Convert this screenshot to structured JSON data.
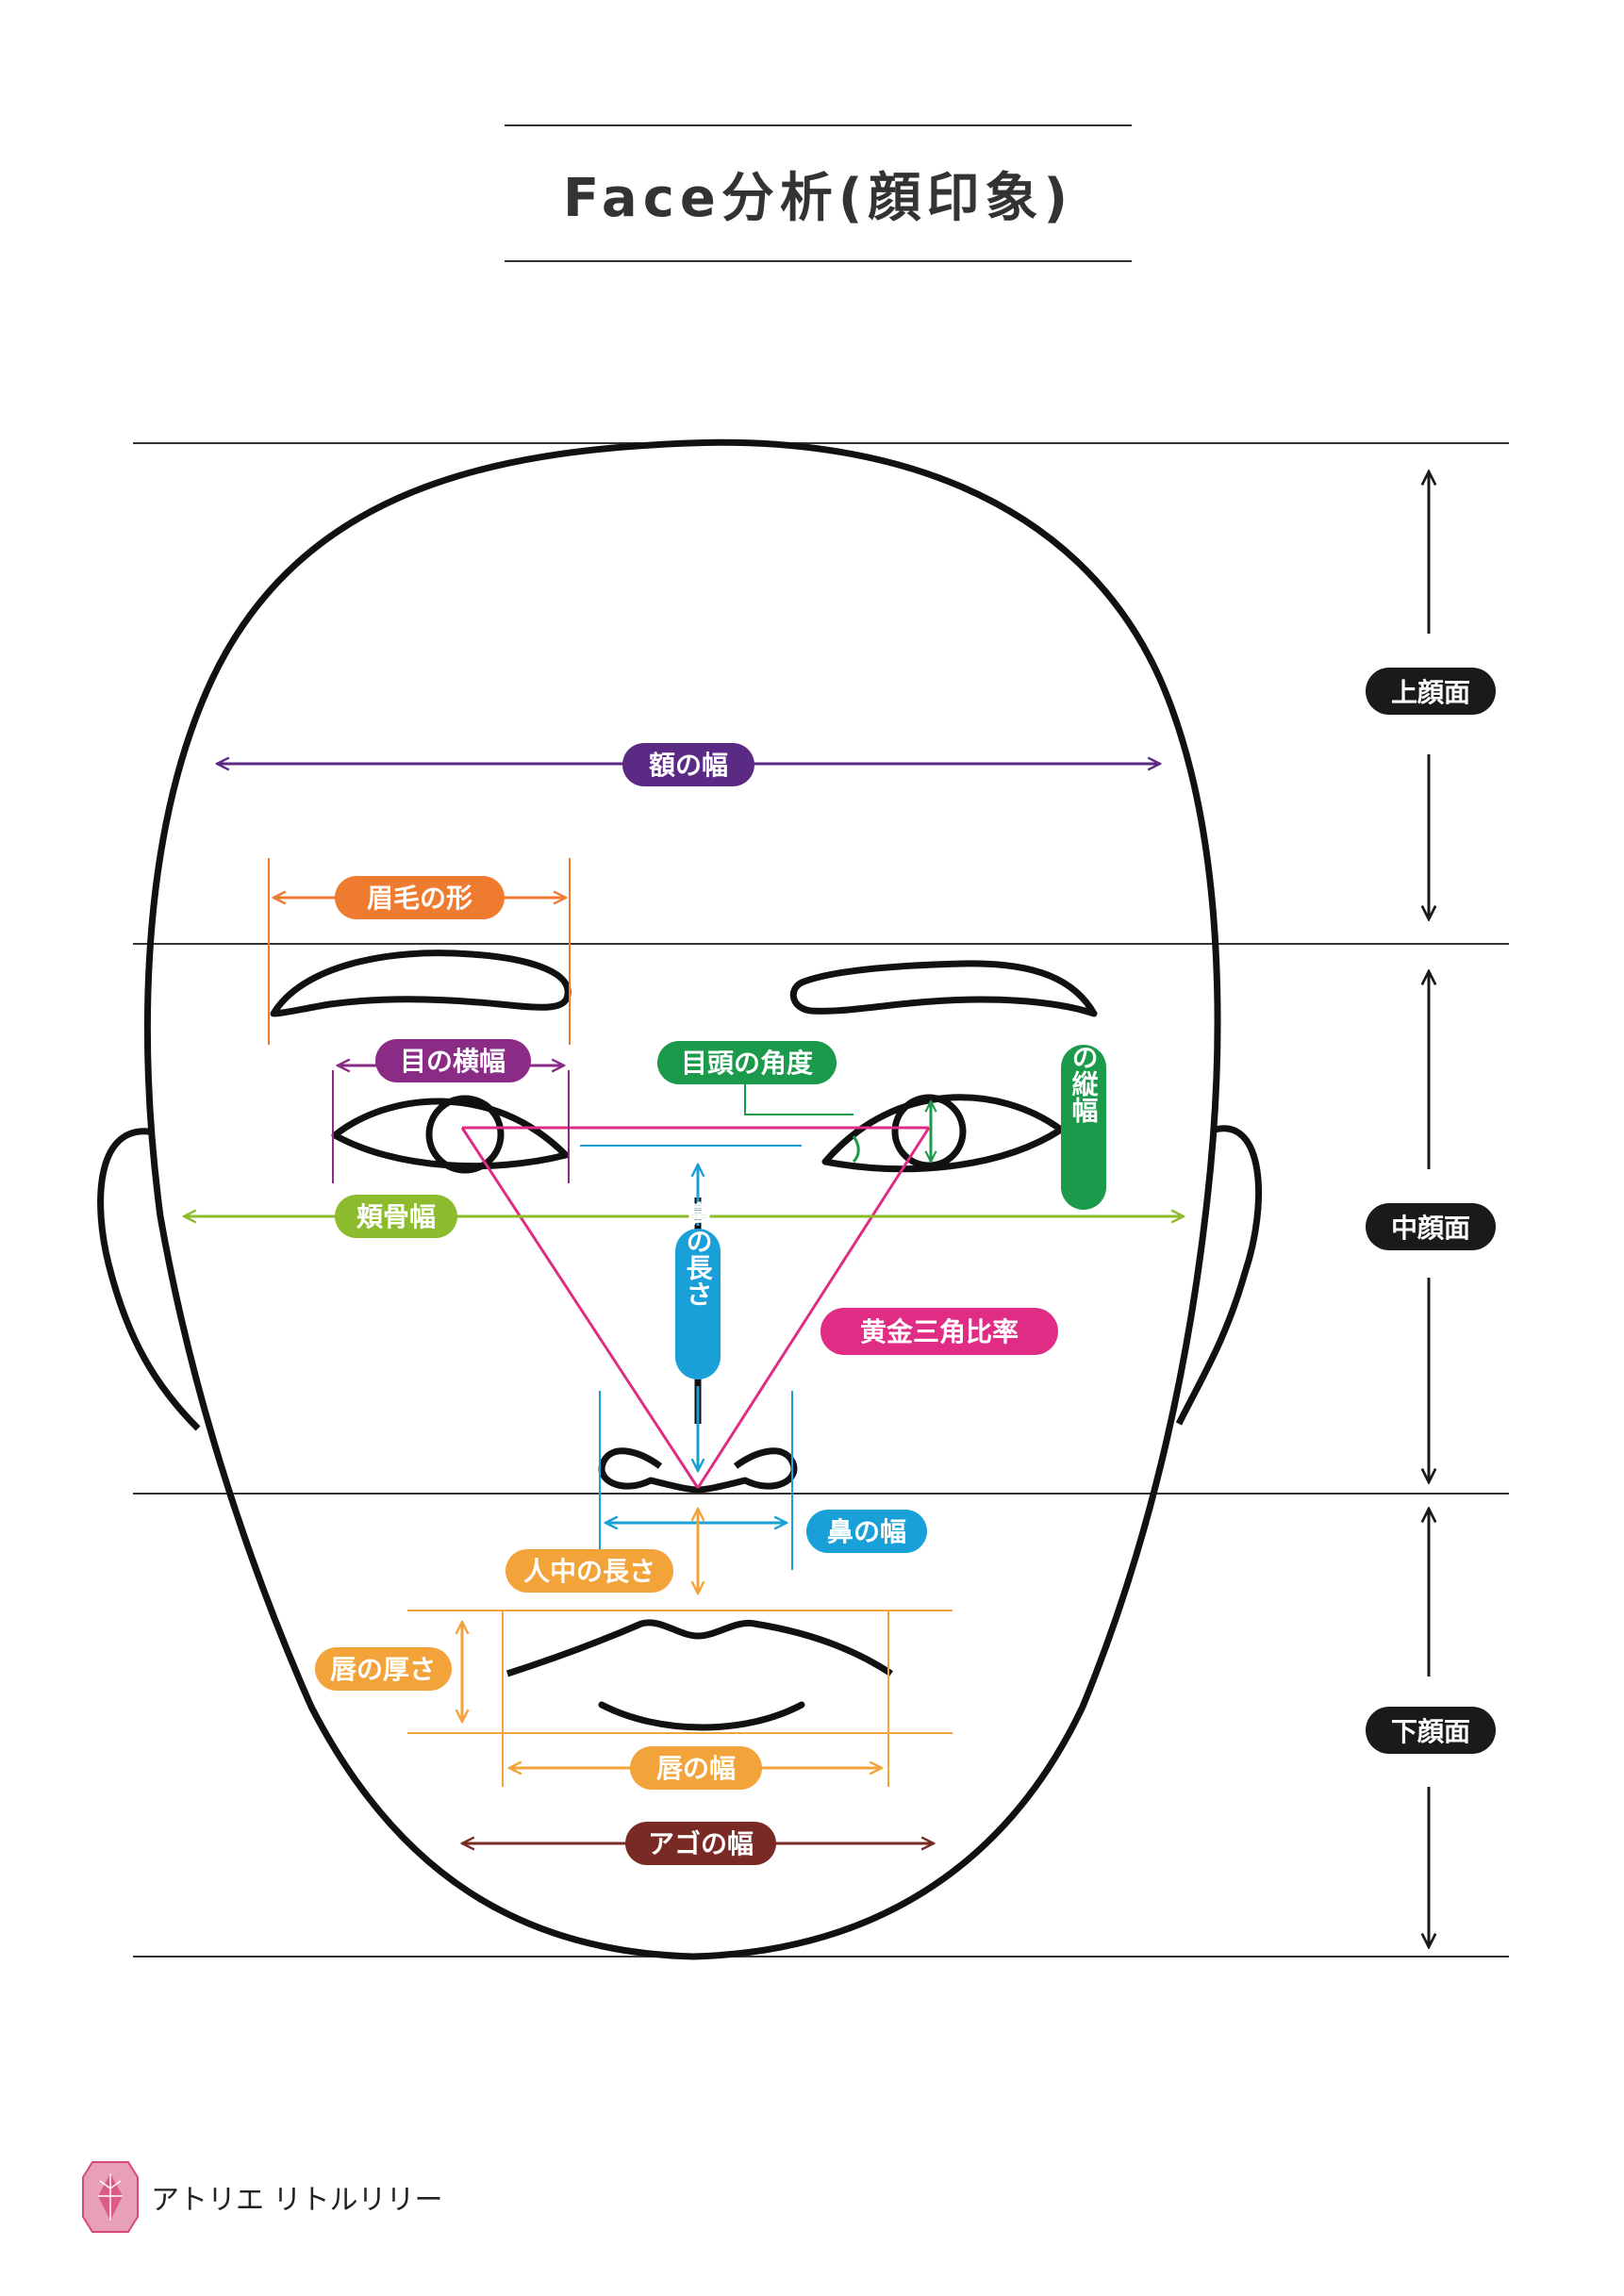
{
  "title": "Face分析(顔印象)",
  "brand": {
    "name": "アトリエ リトルリリー",
    "logo_icon": "lily-crystal-icon",
    "logo_color": "#d64a7a"
  },
  "sections": {
    "upper": "上顔面",
    "middle": "中顔面",
    "lower": "下顔面"
  },
  "labels": {
    "forehead_width": "額の幅",
    "eyebrow_shape": "眉毛の形",
    "eye_width": "目の横幅",
    "inner_eye_angle": "目頭の角度",
    "eye_height": "目の縦幅",
    "cheekbone_width": "頬骨幅",
    "nose_length": "鼻の長さ",
    "golden_triangle": "黄金三角比率",
    "nose_width": "鼻の幅",
    "philtrum_length": "人中の長さ",
    "lip_thickness": "唇の厚さ",
    "lip_width": "唇の幅",
    "jaw_width": "アゴの幅"
  },
  "colors": {
    "forehead": "#5b2a84",
    "eyebrow": "#ee7b2f",
    "eye": "#8a2b86",
    "inner_eye": "#1a9a4a",
    "cheekbone": "#8dbb2e",
    "nose": "#1aa0d8",
    "triangle": "#e02c84",
    "lips": "#f2a33a",
    "jaw": "#7a2a25",
    "section": "#1a1a1a",
    "outline": "#111111"
  }
}
